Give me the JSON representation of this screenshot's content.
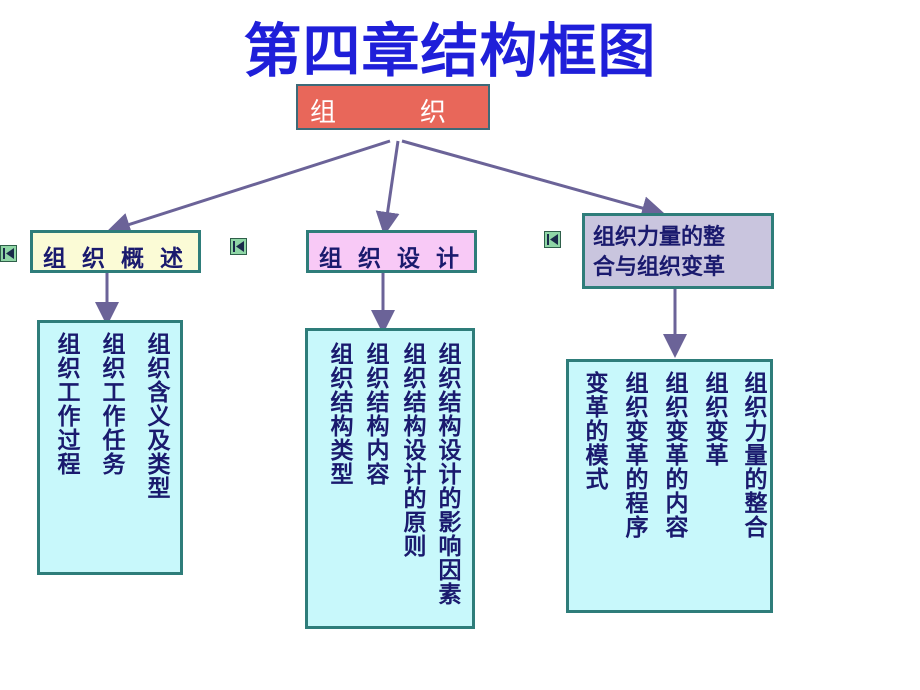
{
  "title": "第四章结构框图",
  "root": {
    "chars": [
      "组",
      "织"
    ]
  },
  "branches": [
    {
      "label": "组 织 概 述",
      "items": [
        "组织含义及类型",
        "组织工作任务",
        "组织工作过程"
      ]
    },
    {
      "label": "组 织 设 计",
      "items": [
        "组织结构设计的影响因素",
        "组织结构设计的原则",
        "组织结构内容",
        "组织结构类型"
      ]
    },
    {
      "label_lines": [
        "组织力量的整",
        "合与组织变革"
      ],
      "items": [
        "组织力量的整合",
        "组织变革",
        "组织变革的内容",
        "组织变革的程序",
        "变革的模式"
      ]
    }
  ],
  "colors": {
    "title": "#1f1fd9",
    "root": "#e8675a",
    "overview": "#fbfbd6",
    "design": "#f8c9f6",
    "integration": "#c9c5de",
    "columns": "#c8f8fb",
    "lines": "#6b6398"
  },
  "nav_icons": [
    "nav-back-icon",
    "nav-back-icon",
    "nav-back-icon"
  ]
}
